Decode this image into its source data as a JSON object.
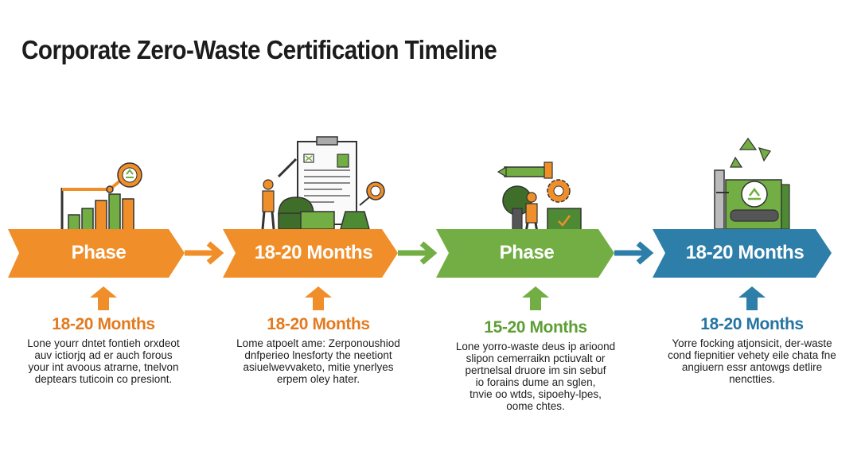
{
  "title": "Corporate Zero-Waste Certification Timeline",
  "colors": {
    "orange": "#F08E2A",
    "green": "#72AE44",
    "blue": "#2D7EA9",
    "dark_orange_text": "#E37A1E",
    "green_text": "#5E9E35",
    "blue_text": "#2674A2"
  },
  "stages": [
    {
      "label": "Phase",
      "duration": "18-20 Months",
      "description": "Lone yourr dntet fontieh orxdeot\nauv ictiorjq ad er auch forous\nyour int avoous atrarne, tnelvon\ndeptears tuticoin co presiont.",
      "icon": "bar-chart-crane-icon"
    },
    {
      "label": "18-20 Months",
      "duration": "18-20 Months",
      "description": "Lome atpoelt ame: Zerponoushiod\ndnfperieo lnesforty the neetiont\nasiuelwevvaketo, mitie ynerlyes\nerpem oley hater.",
      "icon": "clipboard-document-icon"
    },
    {
      "label": "Phase",
      "duration": "15-20 Months",
      "description": "Lone yorro-waste deus ip arioond\nslipon cemerraikn pctiuvalt or\npertnelsal druore im sin sebuf\nio forains dume an sglen,\ntnvie oo wtds, sipoehy-lpes,\noome chtes.",
      "icon": "worker-gear-icon"
    },
    {
      "label": "18-20 Months",
      "duration": "18-20 Months",
      "description": "Yorre focking atjonsicit, der-waste\ncond fiepnitier vehety eile chata fne\nangiuern essr antowgs detlire\nnenctties.",
      "icon": "recycling-facility-icon"
    }
  ]
}
